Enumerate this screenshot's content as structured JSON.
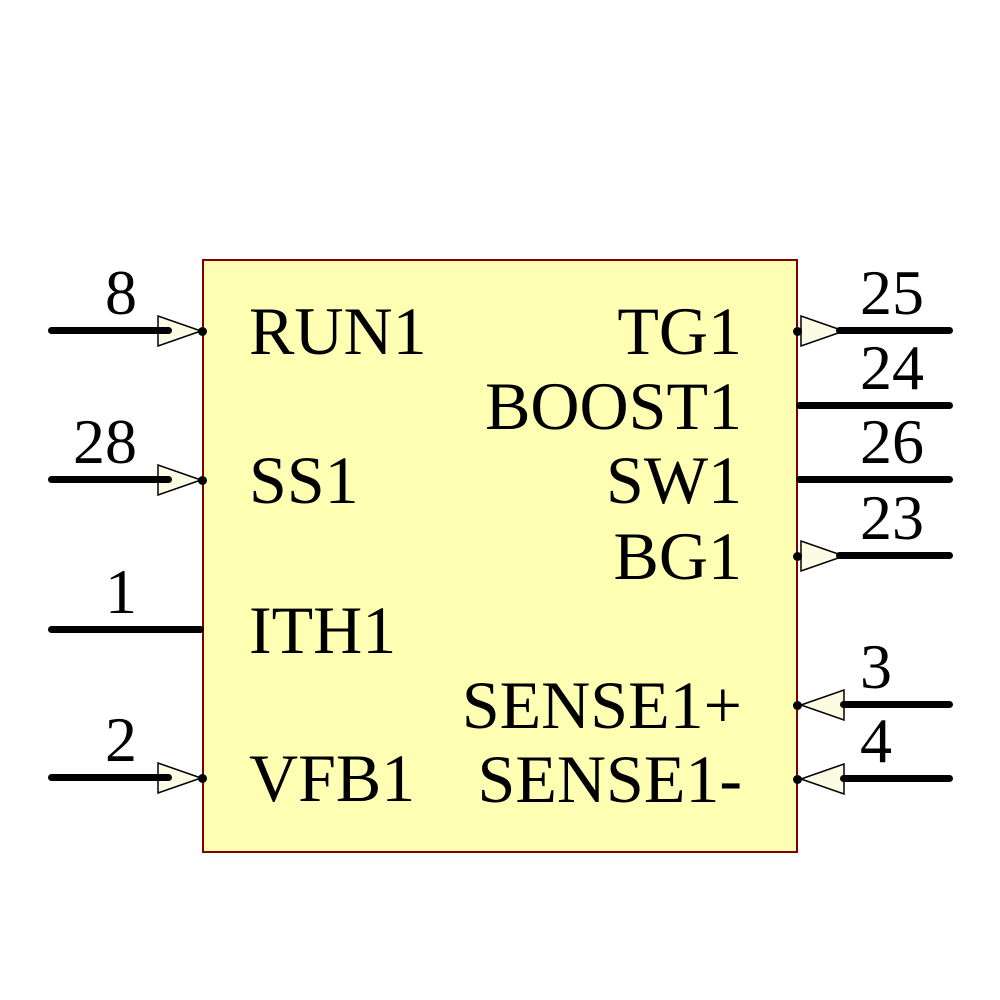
{
  "component": {
    "kind": "schematic-symbol",
    "colors": {
      "body_fill": "#FFFFB4",
      "body_border": "#7F0000",
      "wire": "#000000",
      "arrow_fill": "#FCFCE4",
      "arrow_stroke": "#000000",
      "text": "#000000",
      "background": "#FFFFFF"
    },
    "pins": {
      "left": [
        {
          "number": "8",
          "label": "RUN1",
          "arrow": "in"
        },
        {
          "number": "28",
          "label": "SS1",
          "arrow": "in"
        },
        {
          "number": "1",
          "label": "ITH1",
          "arrow": "none"
        },
        {
          "number": "2",
          "label": "VFB1",
          "arrow": "in"
        }
      ],
      "right": [
        {
          "number": "25",
          "label": "TG1",
          "arrow": "out"
        },
        {
          "number": "24",
          "label": "BOOST1",
          "arrow": "none"
        },
        {
          "number": "26",
          "label": "SW1",
          "arrow": "none"
        },
        {
          "number": "23",
          "label": "BG1",
          "arrow": "out"
        },
        {
          "number": "3",
          "label": "SENSE1+",
          "arrow": "in"
        },
        {
          "number": "4",
          "label": "SENSE1-",
          "arrow": "in"
        }
      ]
    }
  }
}
